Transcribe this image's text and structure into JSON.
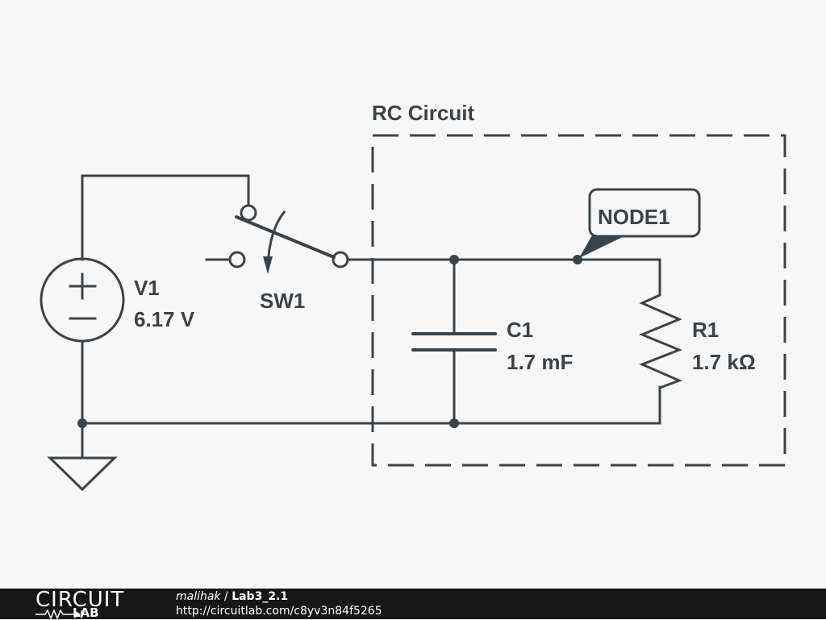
{
  "schematic": {
    "subcircuit_title": "RC Circuit",
    "components": {
      "source": {
        "name": "V1",
        "value": "6.17 V"
      },
      "switch": {
        "name": "SW1"
      },
      "capacitor": {
        "name": "C1",
        "value": "1.7 mF"
      },
      "resistor": {
        "name": "R1",
        "value": "1.7 kΩ"
      },
      "node_label": "NODE1"
    },
    "colors": {
      "ink": "#3c4348",
      "background": "#f8f8f8"
    }
  },
  "footer": {
    "logo_top": "CIRCUIT",
    "logo_bottom": "LAB",
    "user": "malihak",
    "separator": " / ",
    "project": "Lab3_2.1",
    "url": "http://circuitlab.com/c8yv3n84f5265"
  }
}
